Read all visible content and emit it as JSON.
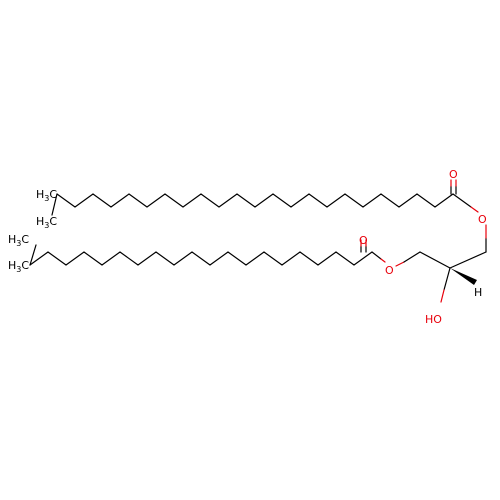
{
  "colors": {
    "carbon": "#000000",
    "oxygen": "#e8000b",
    "background": "#ffffff"
  },
  "labels": {
    "carbonyl_o_top": "O",
    "ester_o_top": "O",
    "carbonyl_o_bottom": "O",
    "ester_o_bottom": "O",
    "hydroxyl": "HO",
    "hydrogen": "H",
    "methyl_top_a": "H",
    "methyl_top_a_sub": "3",
    "methyl_top_a_c": "C",
    "methyl_top_b": "H",
    "methyl_top_b_sub": "3",
    "methyl_top_b_c": "C",
    "methyl_bottom_a": "H",
    "methyl_bottom_a_sub": "3",
    "methyl_bottom_a_c": "C",
    "methyl_bottom_b": "H",
    "methyl_bottom_b_sub": "3",
    "methyl_bottom_b_c": "C"
  }
}
